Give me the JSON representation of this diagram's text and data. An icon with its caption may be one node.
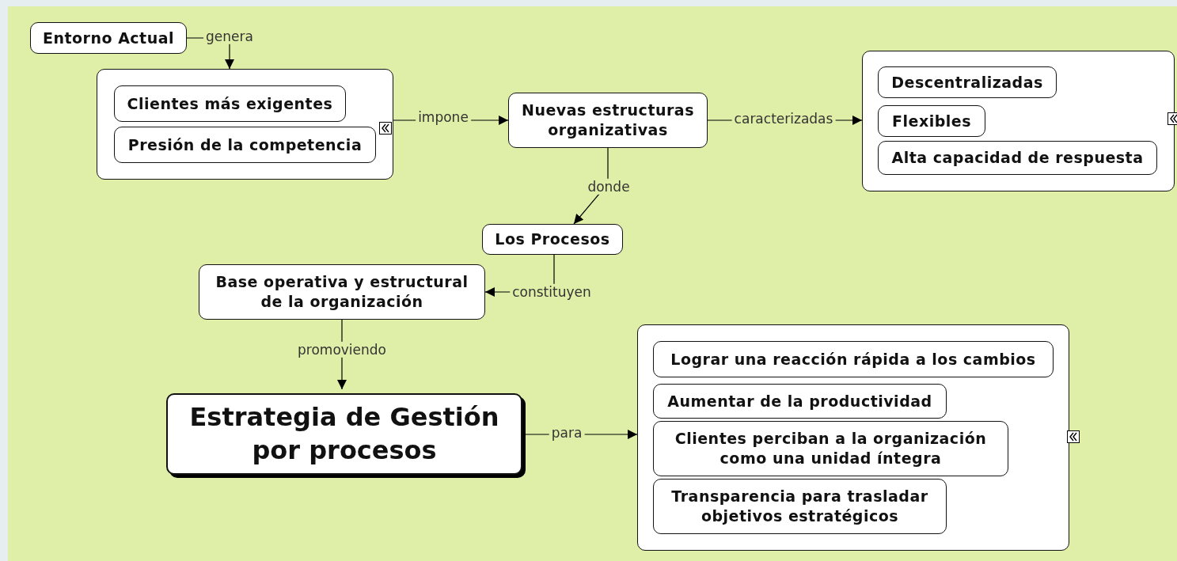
{
  "diagram": {
    "nodes": [
      {
        "text": [
          "Entorno Actual"
        ]
      },
      {
        "text": [],
        "shape": "box"
      },
      {
        "text": [
          "Clientes más exigentes"
        ],
        "in": 1
      },
      {
        "text": [
          "Presión de la competencia"
        ],
        "in": 1
      },
      {
        "text": [
          "Nuevas estructuras organizativas"
        ]
      },
      {
        "text": [],
        "shape": "box"
      },
      {
        "text": [
          "Descentralizadas"
        ],
        "in": 5
      },
      {
        "text": [
          "Flexibles"
        ],
        "in": 5
      },
      {
        "text": [
          "Alta capacidad de respuesta"
        ],
        "in": 5
      },
      {
        "text": [
          "Los Procesos"
        ]
      },
      {
        "text": [
          "Base operativa y estructural de la organización"
        ]
      },
      {
        "text": [
          "Estrategia de Gestión por procesos"
        ]
      },
      {
        "text": [],
        "shape": "box"
      },
      {
        "text": [
          "Lograr una reacción rápida a los cambios"
        ],
        "in": 12
      },
      {
        "text": [
          "Aumentar de la productividad"
        ],
        "in": 12
      },
      {
        "text": [
          "Clientes perciban a la organización como una unidad íntegra"
        ],
        "in": 12
      },
      {
        "text": [
          "Transparencia para trasladar objetivos estratégicos"
        ],
        "in": 12
      }
    ],
    "edges": [
      {
        "from": 0,
        "to": 1,
        "arrow": "to",
        "label": "genera"
      },
      {
        "from": 1,
        "to": 4,
        "arrow": "to",
        "label": "impone"
      },
      {
        "from": 4,
        "to": 5,
        "arrow": "to",
        "label": "caracterizadas"
      },
      {
        "from": 4,
        "to": 9,
        "arrow": "to",
        "label": "donde"
      },
      {
        "from": 9,
        "to": 10,
        "arrow": "to",
        "label": "constituyen"
      },
      {
        "from": 10,
        "to": 11,
        "arrow": "to",
        "label": "promoviendo"
      },
      {
        "from": 11,
        "to": 12,
        "arrow": "to",
        "label": "para"
      }
    ]
  }
}
